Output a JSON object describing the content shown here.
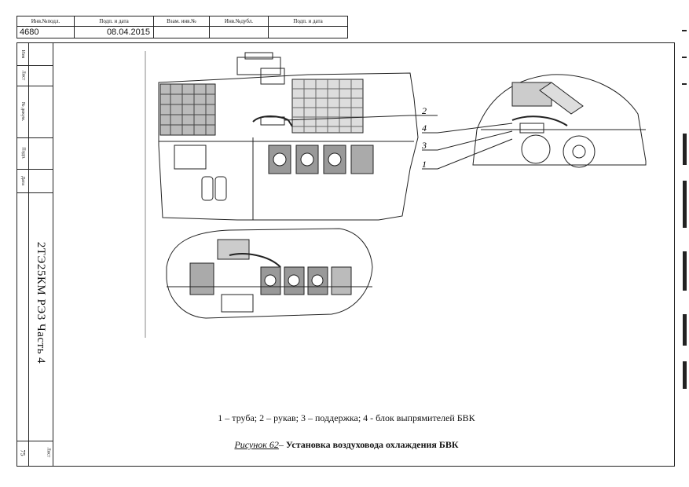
{
  "stamp": {
    "headers": [
      "Инв.№подл.",
      "Подп. и дата",
      "Взам. инв.№",
      "Инв.№дубл.",
      "Подп. и дата"
    ],
    "values": [
      "4680",
      "08.04.2015",
      "",
      "",
      ""
    ]
  },
  "margin": {
    "labels": [
      "Изм",
      "Лист",
      "№ докум.",
      "Подп.",
      "Дата"
    ],
    "document_code": "2ТЭ25КМ   РЭ3      Часть 4",
    "sheet_label": "Лист",
    "sheet_number": "75"
  },
  "callouts": [
    "2",
    "4",
    "3",
    "1"
  ],
  "legend": "1 – труба; 2 – рукав; 3 – поддержка;  4 - блок выпрямителей БВК",
  "figure": {
    "ref": "Рисунок 62",
    "dash": "–",
    "title": " Установка воздуховода охлаждения БВК"
  }
}
